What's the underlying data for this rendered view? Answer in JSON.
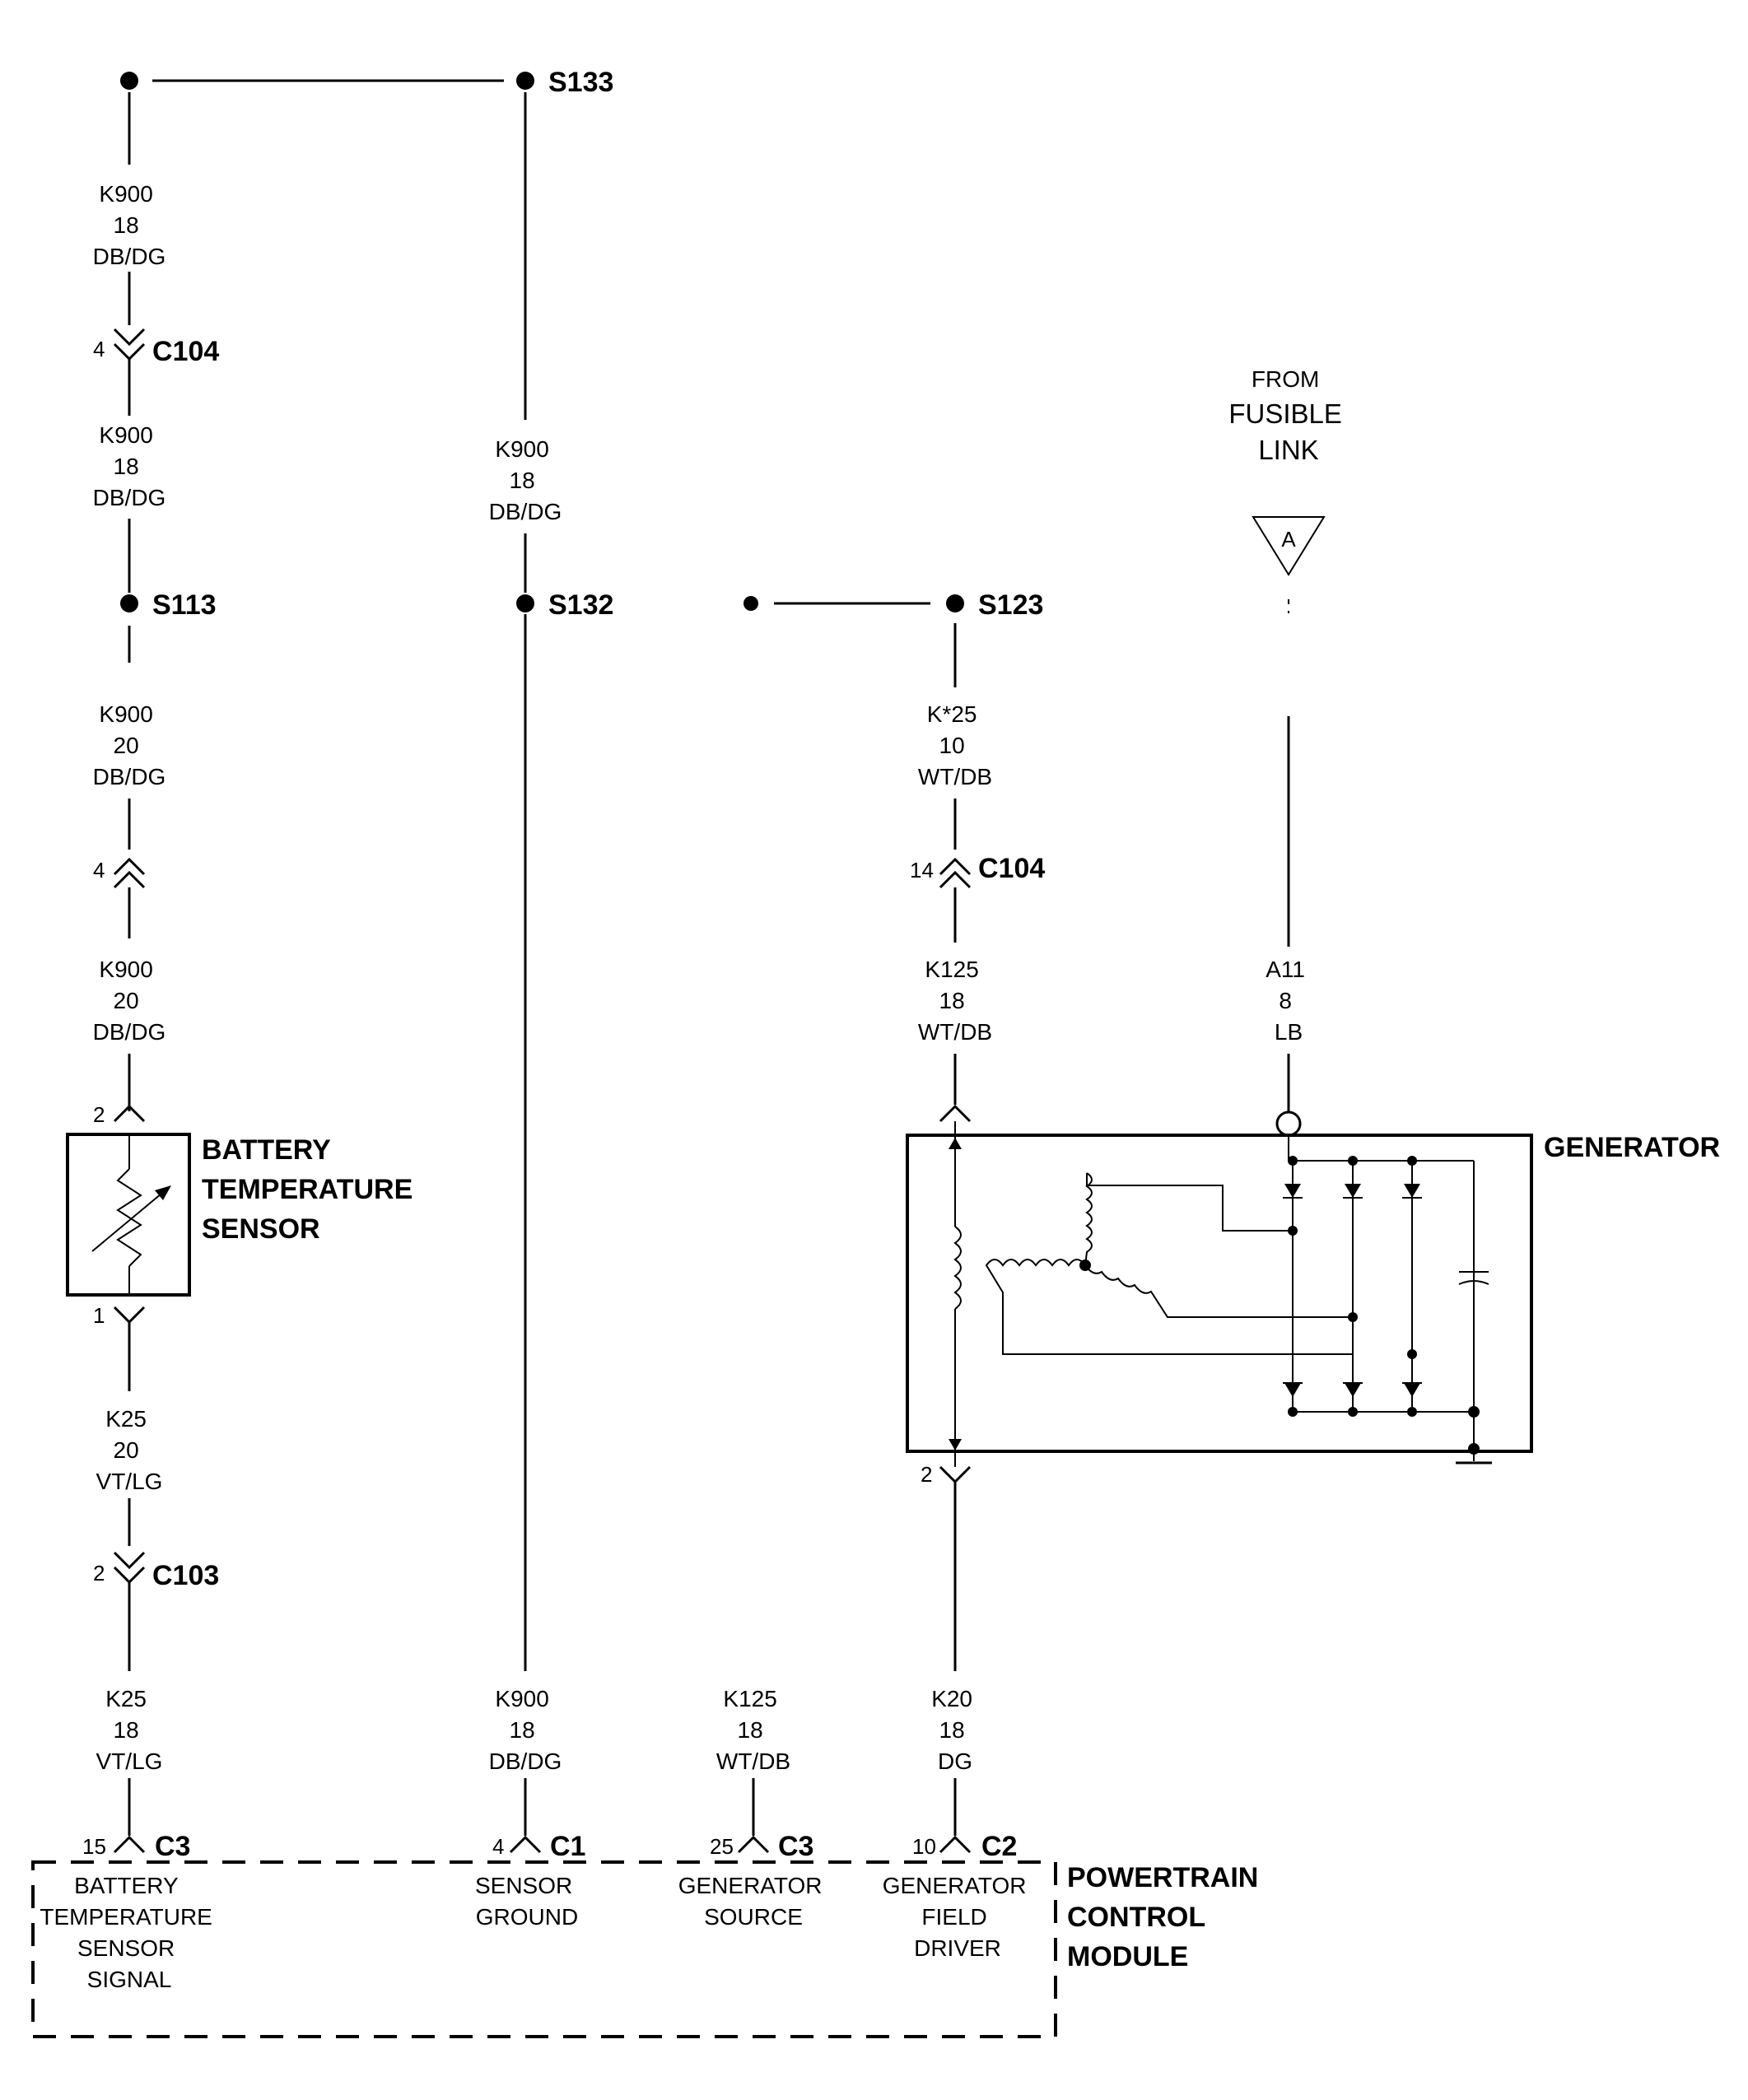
{
  "splices": {
    "s133": "S133",
    "s113": "S113",
    "s132": "S132",
    "s123": "S123"
  },
  "wires": {
    "k900_top_left": [
      "K900",
      "18",
      "DB/DG"
    ],
    "k900_mid_left": [
      "K900",
      "18",
      "DB/DG"
    ],
    "k900_center": [
      "K900",
      "18",
      "DB/DG"
    ],
    "k900_20_upper": [
      "K900",
      "20",
      "DB/DG"
    ],
    "k900_20_lower": [
      "K900",
      "20",
      "DB/DG"
    ],
    "k25_20": [
      "K25",
      "20",
      "VT/LG"
    ],
    "k25_18": [
      "K25",
      "18",
      "VT/LG"
    ],
    "k900_bottom": [
      "K900",
      "18",
      "DB/DG"
    ],
    "k125_bottom": [
      "K125",
      "18",
      "WT/DB"
    ],
    "k20_bottom": [
      "K20",
      "18",
      "DG"
    ],
    "k125_upper": [
      "K*25",
      "10",
      "WT/DB"
    ],
    "k125_lower": [
      "K125",
      "18",
      "WT/DB"
    ],
    "a11": [
      "A11",
      "8",
      "LB"
    ]
  },
  "connectors": {
    "c104_left": {
      "pin": "4",
      "name": "C104"
    },
    "c104_right": {
      "pin": "14",
      "name": "C104"
    },
    "inline_left": {
      "pin": "4"
    },
    "c103": {
      "pin": "2",
      "name": "C103"
    },
    "sensor_pin_top": "2",
    "sensor_pin_bottom": "1",
    "gen_pin_bottom": "2",
    "pcm_c3_a": {
      "pin": "15",
      "name": "C3"
    },
    "pcm_c1": {
      "pin": "4",
      "name": "C1"
    },
    "pcm_c3_b": {
      "pin": "25",
      "name": "C3"
    },
    "pcm_c2": {
      "pin": "10",
      "name": "C2"
    }
  },
  "fusible_link": {
    "lines": [
      "FROM",
      "FUSIBLE",
      "LINK"
    ],
    "symbol": "A"
  },
  "components": {
    "sensor": [
      "BATTERY",
      "TEMPERATURE",
      "SENSOR"
    ],
    "generator": "GENERATOR",
    "pcm": [
      "POWERTRAIN",
      "CONTROL",
      "MODULE"
    ]
  },
  "pcm_functions": {
    "batt_temp_signal": [
      "BATTERY",
      "TEMPERATURE",
      "SENSOR",
      "SIGNAL"
    ],
    "sensor_ground": [
      "SENSOR",
      "GROUND"
    ],
    "gen_source": [
      "GENERATOR",
      "SOURCE"
    ],
    "gen_field_driver": [
      "GENERATOR",
      "FIELD",
      "DRIVER"
    ]
  }
}
